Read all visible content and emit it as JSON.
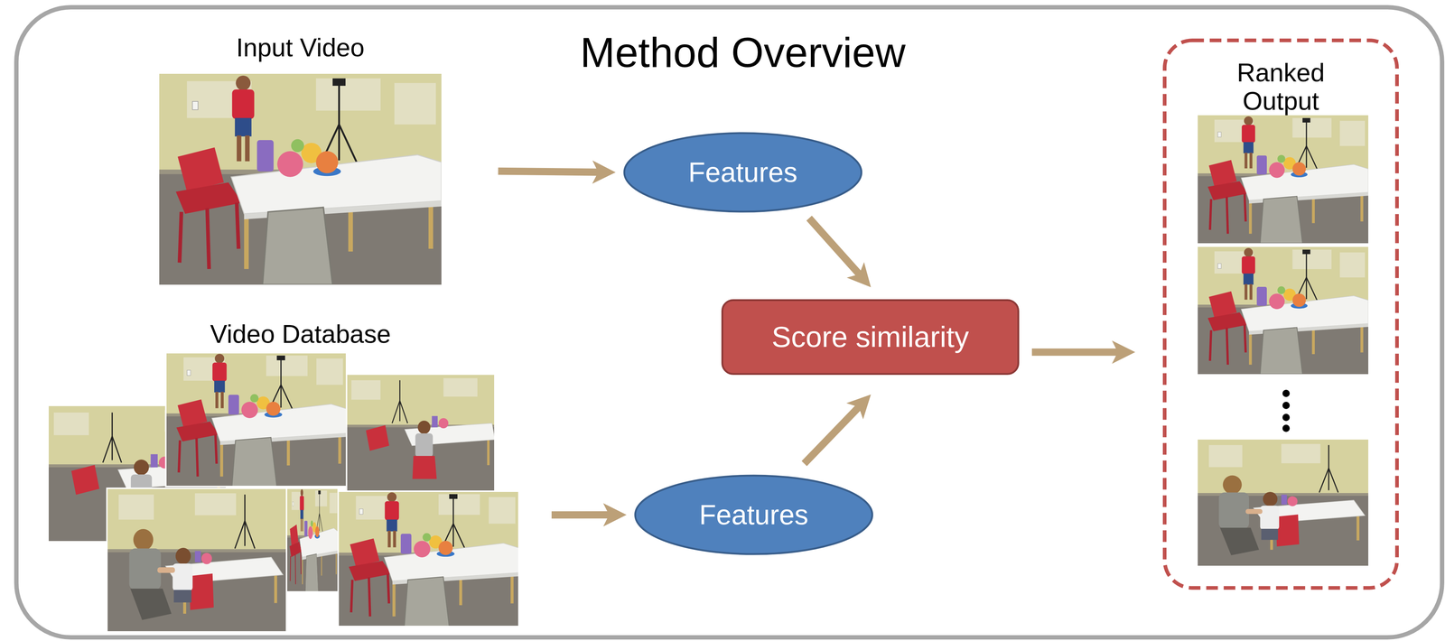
{
  "diagram": {
    "title": "Method Overview",
    "nodes": [
      {
        "text": [
          "Input Video"
        ]
      },
      {
        "text": [
          "Features"
        ]
      },
      {
        "text": [
          "Video Database"
        ]
      },
      {
        "text": [
          "Features"
        ]
      },
      {
        "text": [
          "Score similarity"
        ]
      },
      {
        "text": [
          "Ranked Output"
        ]
      }
    ],
    "edges": [
      {
        "from": 0,
        "to": 1,
        "arrow": "to"
      },
      {
        "from": 1,
        "to": 4,
        "arrow": "to"
      },
      {
        "from": 2,
        "to": 3,
        "arrow": "to"
      },
      {
        "from": 3,
        "to": 4,
        "arrow": "to"
      },
      {
        "from": 4,
        "to": 5,
        "arrow": "to"
      }
    ]
  }
}
